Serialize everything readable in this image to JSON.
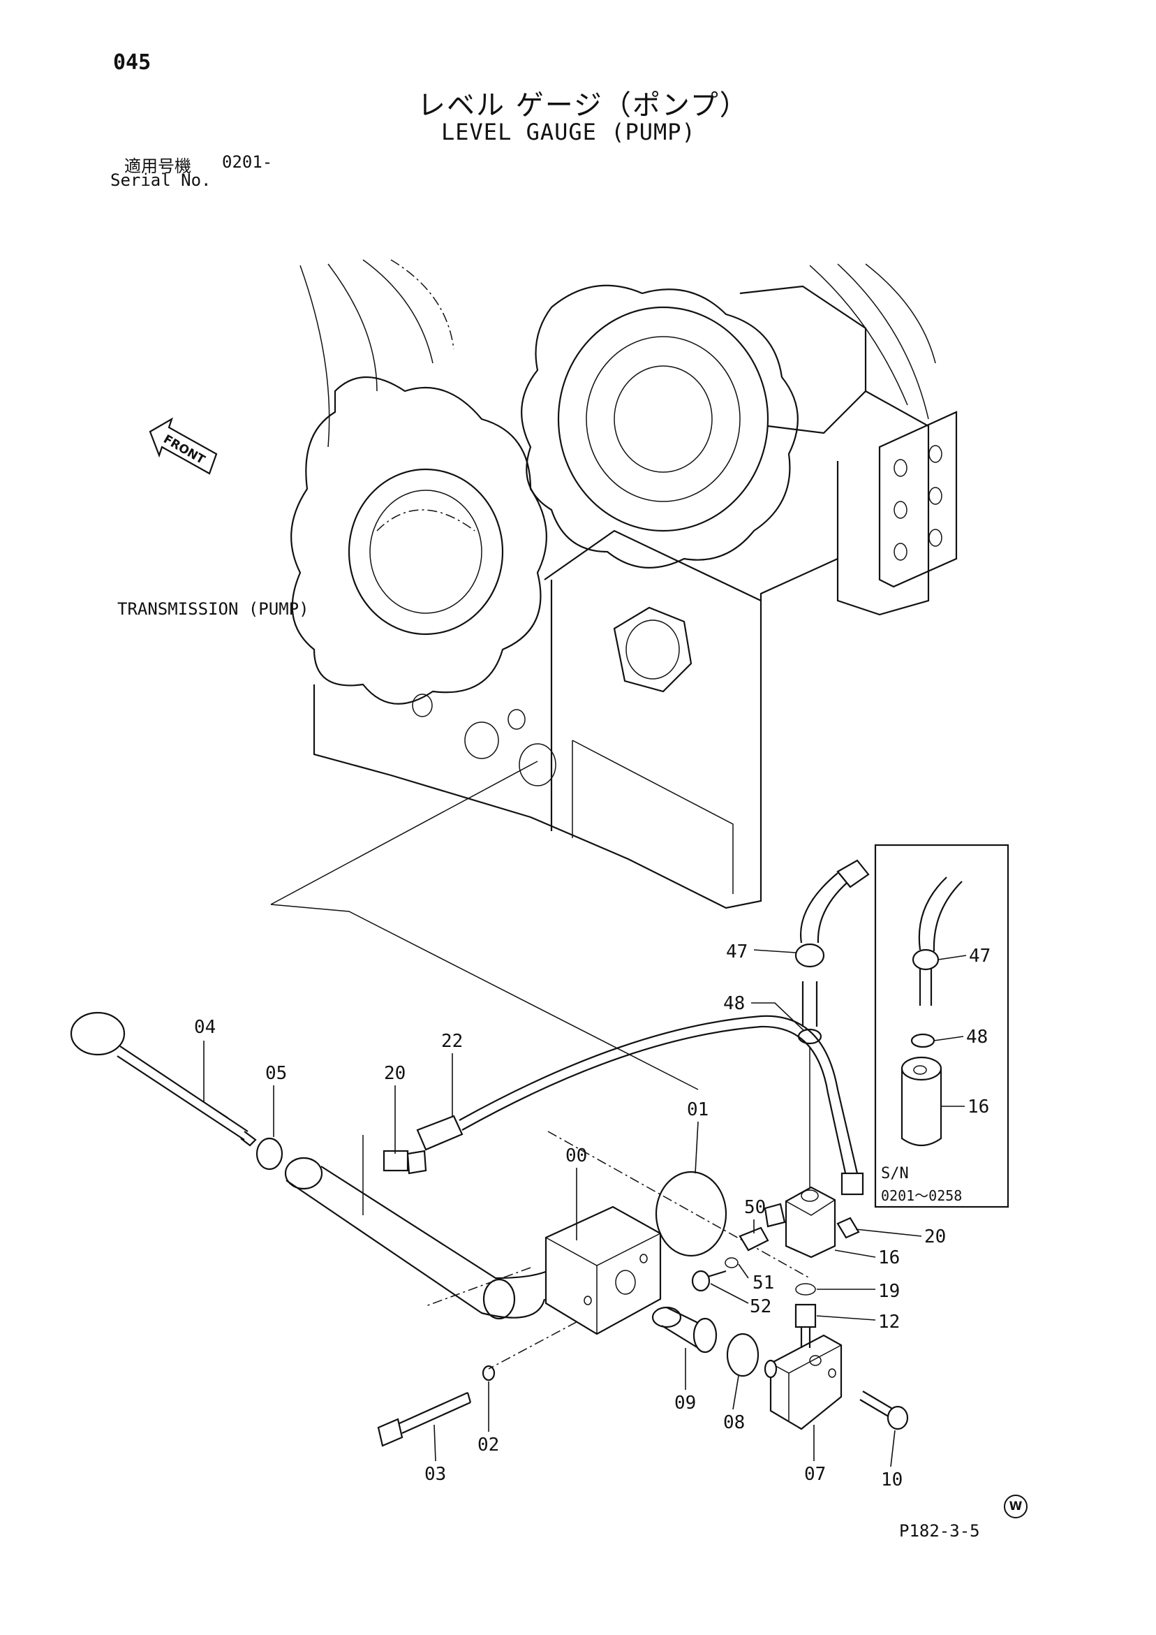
{
  "page_number": "045",
  "title_jp": "レベル ゲージ（ポンプ）",
  "title_en": "LEVEL GAUGE (PUMP)",
  "serial": {
    "label_jp": "適用号機",
    "value": "0201-",
    "label_en": "Serial No."
  },
  "front_label": "FRONT",
  "assembly_label": "TRANSMISSION (PUMP)",
  "inset": {
    "sn_label": "S/N",
    "sn_range": "0201～0258",
    "callouts": [
      "47",
      "48",
      "16"
    ]
  },
  "callouts": [
    "04",
    "05",
    "20",
    "22",
    "01",
    "00",
    "50",
    "51",
    "52",
    "47",
    "48",
    "16",
    "20",
    "19",
    "12",
    "09",
    "08",
    "02",
    "03",
    "07",
    "10"
  ],
  "mark": "W",
  "page_code": "P182-3-5"
}
